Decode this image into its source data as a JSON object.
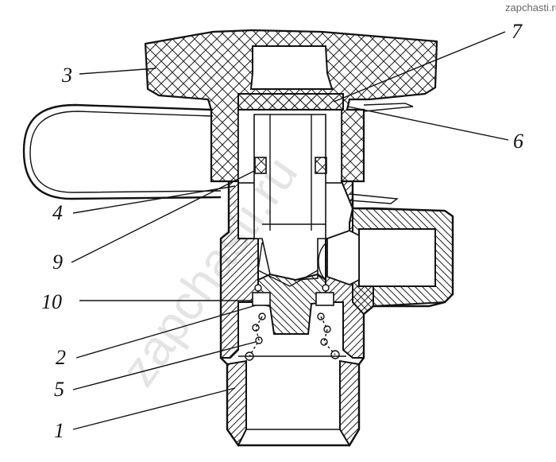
{
  "watermark_corner": "zapchasti.ru",
  "watermark_big": "zapchasti.ru",
  "callouts": [
    "1",
    "2",
    "3",
    "4",
    "5",
    "6",
    "7",
    "9",
    "10"
  ]
}
